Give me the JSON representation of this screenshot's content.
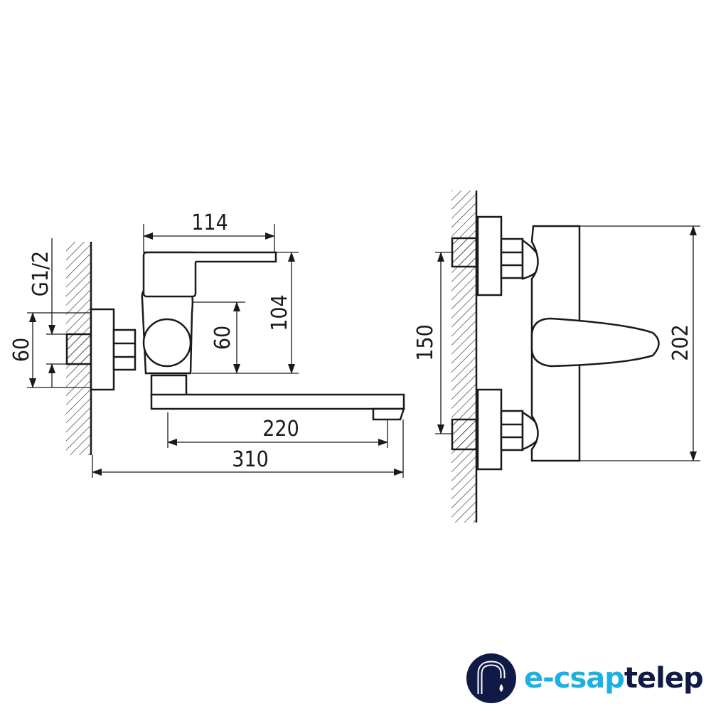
{
  "dimensions": {
    "side_view": {
      "width_handle": "114",
      "height_total": "104",
      "height_inlet": "60",
      "spout_reach": "220",
      "total_length": "310",
      "inlet_spacing": "60",
      "thread": "G1/2"
    },
    "front_view": {
      "inlet_spacing": "150",
      "body_height": "202"
    }
  },
  "logo": {
    "part1": "e-csap",
    "part2": "telep",
    "color_primary": "#1ab1e4",
    "color_dark": "#101a47"
  }
}
